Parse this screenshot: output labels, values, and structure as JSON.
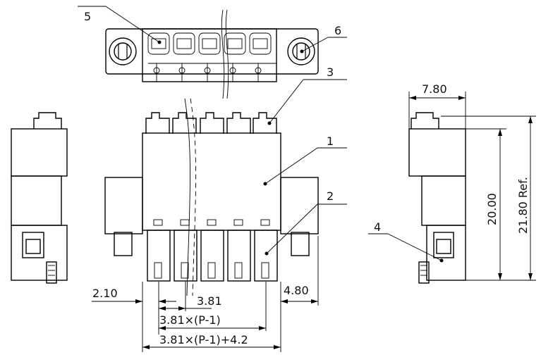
{
  "callouts": [
    "1",
    "2",
    "3",
    "4",
    "5",
    "6"
  ],
  "dimensions": {
    "side_width": "7.80",
    "height": "20.00",
    "height_ref": "21.80 Ref.",
    "edge_offset": "2.10",
    "pitch": "3.81",
    "pitch_span": "3.81×(P-1)",
    "overall_span": "3.81×(P-1)+4.2",
    "flange_width": "4.80"
  }
}
